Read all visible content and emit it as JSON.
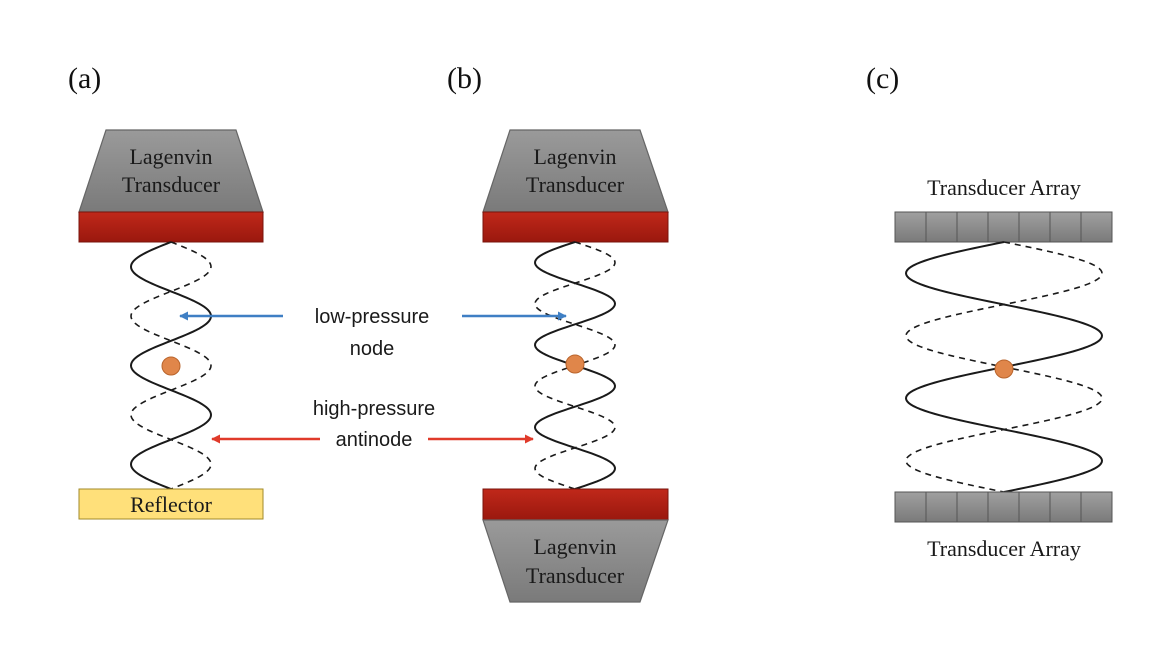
{
  "panels": {
    "a": {
      "label": "(a)",
      "transducer_line1": "Lagenvin",
      "transducer_line2": "Transducer",
      "reflector_label": "Reflector"
    },
    "b": {
      "label": "(b)",
      "top_transducer_line1": "Lagenvin",
      "top_transducer_line2": "Transducer",
      "bottom_transducer_line1": "Lagenvin",
      "bottom_transducer_line2": "Transducer"
    },
    "c": {
      "label": "(c)",
      "top_array_label": "Transducer Array",
      "bottom_array_label": "Transducer Array"
    }
  },
  "annotations": {
    "node_line1": "low-pressure",
    "node_line2": "node",
    "antinode_line1": "high-pressure",
    "antinode_line2": "antinode"
  },
  "colors": {
    "transducer_body": "#888888",
    "transducer_plate": "#b01e12",
    "reflector": "#ffe07a",
    "array_element": "#8a8a8a",
    "particle": "#e0864a",
    "node_arrow": "#3f7fc4",
    "antinode_arrow": "#e03a2a",
    "wave": "#1a1a1a"
  }
}
